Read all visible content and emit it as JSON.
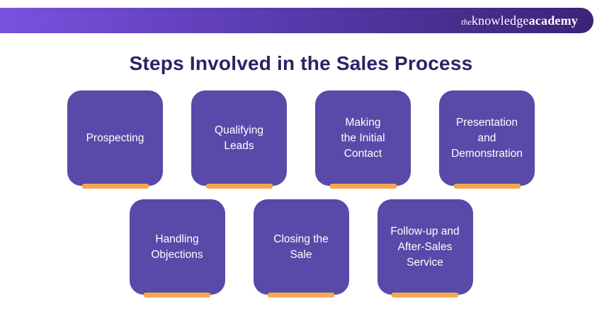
{
  "header": {
    "logo": {
      "prefix": "the",
      "word1": "knowledge",
      "word2": "academy"
    }
  },
  "title": "Steps Involved in the Sales Process",
  "steps": [
    {
      "label": "Prospecting"
    },
    {
      "label": "Qualifying\nLeads"
    },
    {
      "label": "Making\nthe Initial\nContact"
    },
    {
      "label": "Presentation\nand\nDemonstration"
    },
    {
      "label": "Handling\nObjections"
    },
    {
      "label": "Closing the\nSale"
    },
    {
      "label": "Follow-up and\nAfter-Sales\nService"
    }
  ],
  "colors": {
    "header_gradient_start": "#7B51E0",
    "header_gradient_end": "#3C2377",
    "card_purple": "#574AA8",
    "accent_orange": "#F6A850",
    "title_text": "#2D2163",
    "card_text": "#FFFFFF"
  }
}
